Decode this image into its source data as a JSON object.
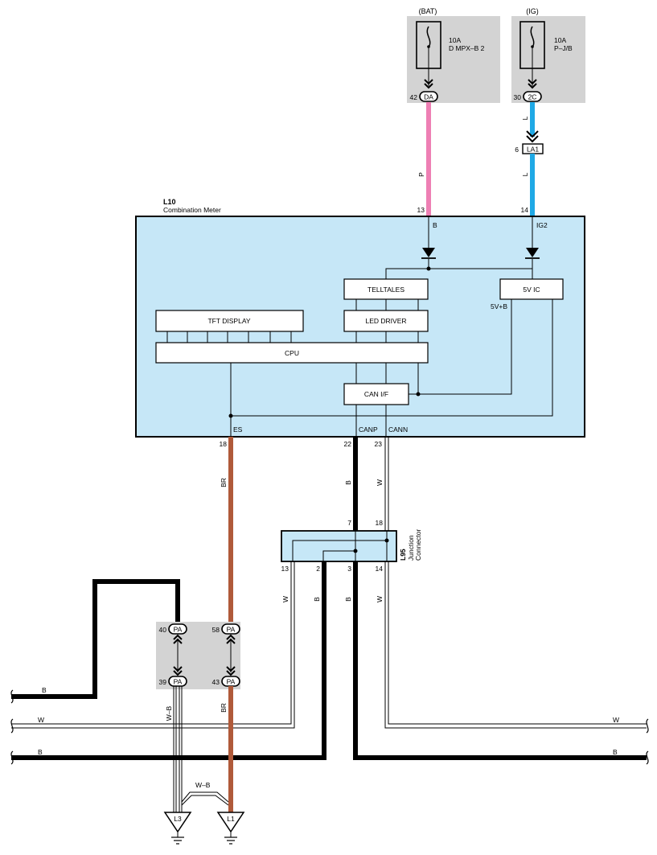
{
  "fuses": {
    "bat": {
      "header": "(BAT)",
      "amps": "10A",
      "name": "D MPX–B 2",
      "pin": "42",
      "connector": "DA"
    },
    "ig": {
      "header": "(IG)",
      "amps": "10A",
      "name": "P–J/B",
      "pin": "30",
      "connector": "2C"
    }
  },
  "la1": {
    "pin": "6",
    "label": "LA1"
  },
  "wire_colors": {
    "p": "P",
    "l_upper": "L",
    "l_lower": "L",
    "br_upper": "BR",
    "b_canp": "B",
    "w_cann": "W",
    "w_l95": "W",
    "b_l95_2": "B",
    "b_l95_3": "B",
    "w_l95_14": "W",
    "b_left_loop": "B",
    "w_bus_left": "W",
    "b_bus_left": "B",
    "w_bus_right": "W",
    "b_bus_right": "B",
    "wb_vertical": "W–B",
    "br_lower": "BR",
    "wb_horizontal": "W–B"
  },
  "meter": {
    "id": "L10",
    "name": "Combination Meter",
    "pin_b": "13",
    "label_b": "B",
    "pin_ig2": "14",
    "label_ig2": "IG2",
    "pin_es": "18",
    "label_es": "ES",
    "pin_canp": "22",
    "label_canp": "CANP",
    "pin_cann": "23",
    "label_cann": "CANN",
    "blocks": {
      "telltales": "TELLTALES",
      "led_driver": "LED DRIVER",
      "tft_display": "TFT DISPLAY",
      "cpu": "CPU",
      "five_v_ic": "5V IC",
      "five_v_b": "5V+B",
      "can_if": "CAN I/F"
    }
  },
  "junction": {
    "id": "L95",
    "name_line1": "Junction",
    "name_line2": "Connector",
    "pins": {
      "p7": "7",
      "p18": "18",
      "p13": "13",
      "p2": "2",
      "p3": "3",
      "p14": "14"
    }
  },
  "pa_connectors": {
    "label": "PA",
    "pins": {
      "p40": "40",
      "p58": "58",
      "p39": "39",
      "p43": "43"
    }
  },
  "grounds": {
    "l3": "L3",
    "l1": "L1"
  },
  "colors": {
    "pink_wire": "#ee7fb4",
    "blue_wire": "#1fa9e6",
    "brown_wire": "#b05a3a",
    "meter_fill": "#c6e7f7",
    "fuse_box_fill": "#d3d3d3",
    "black_wire": "#000000"
  }
}
